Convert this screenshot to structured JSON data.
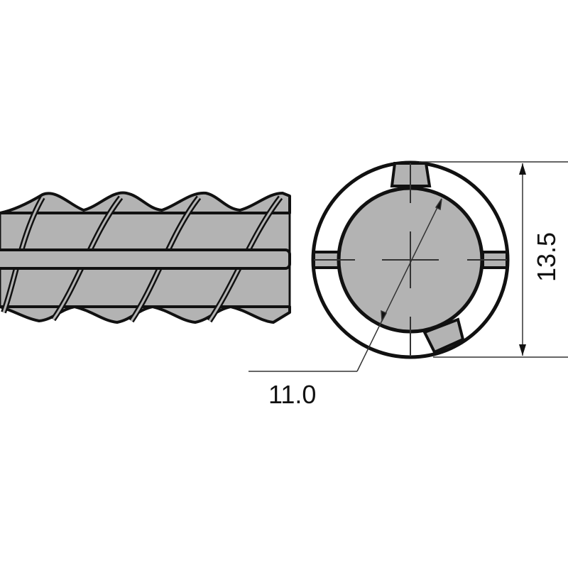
{
  "diagram": {
    "subject": "rebar",
    "dimensions": {
      "outer_diameter_label": "13.5",
      "core_diameter_label": "11.0"
    },
    "colors": {
      "fill": "#b3b3b3",
      "stroke": "#111111",
      "background": "#ffffff"
    }
  }
}
